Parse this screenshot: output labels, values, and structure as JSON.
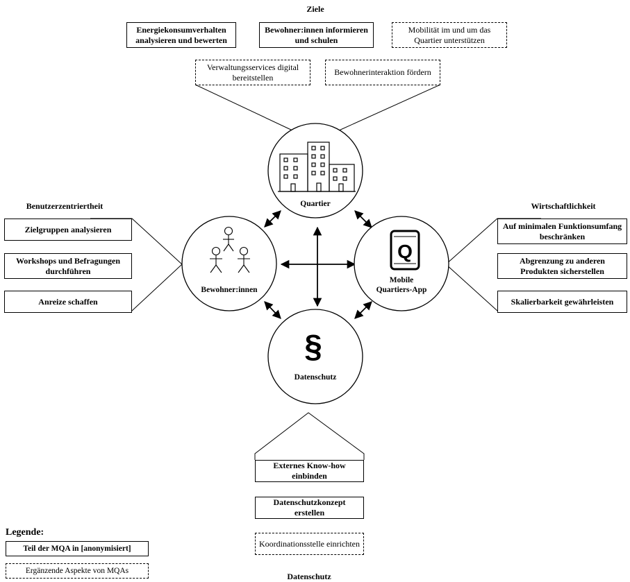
{
  "sections": {
    "ziele": {
      "title": "Ziele",
      "items": [
        {
          "text": "Energiekonsumverhalten analysieren und bewerten",
          "style": "solid"
        },
        {
          "text": "Bewohner:innen informieren und schulen",
          "style": "solid"
        },
        {
          "text": "Mobilität im und um das Quartier unterstützen",
          "style": "dashed"
        },
        {
          "text": "Verwaltungsservices digital bereitstellen",
          "style": "dashed"
        },
        {
          "text": "Bewohnerinteraktion fördern",
          "style": "dashed"
        }
      ]
    },
    "benutzer": {
      "title": "Benutzerzentriertheit",
      "items": [
        {
          "text": "Zielgruppen analysieren",
          "style": "solid"
        },
        {
          "text": "Workshops und Befragungen durchführen",
          "style": "solid"
        },
        {
          "text": "Anreize schaffen",
          "style": "solid"
        }
      ]
    },
    "wirtschaft": {
      "title": "Wirtschaftlichkeit",
      "items": [
        {
          "text": "Auf minimalen Funktionsumfang beschränken",
          "style": "solid"
        },
        {
          "text": "Abgrenzung zu anderen Produkten sicherstellen",
          "style": "solid"
        },
        {
          "text": "Skalierbarkeit gewährleisten",
          "style": "solid"
        }
      ]
    },
    "datenschutz": {
      "title": "Datenschutz",
      "items": [
        {
          "text": "Externes Know-how einbinden",
          "style": "solid"
        },
        {
          "text": "Datenschutzkonzept erstellen",
          "style": "solid"
        },
        {
          "text": "Koordinationsstelle einrichten",
          "style": "dashed"
        }
      ]
    }
  },
  "nodes": {
    "quartier": "Quartier",
    "bewohner": "Bewohner:innen",
    "app_line1": "Mobile",
    "app_line2": "Quartiers-App",
    "datenschutz": "Datenschutz",
    "app_glyph": "Q",
    "paragraph_glyph": "§"
  },
  "legend": {
    "title": "Legende:",
    "solid_label": "Teil der MQA in [anonymisiert]",
    "dashed_label": "Ergänzende Aspekte von MQAs"
  }
}
